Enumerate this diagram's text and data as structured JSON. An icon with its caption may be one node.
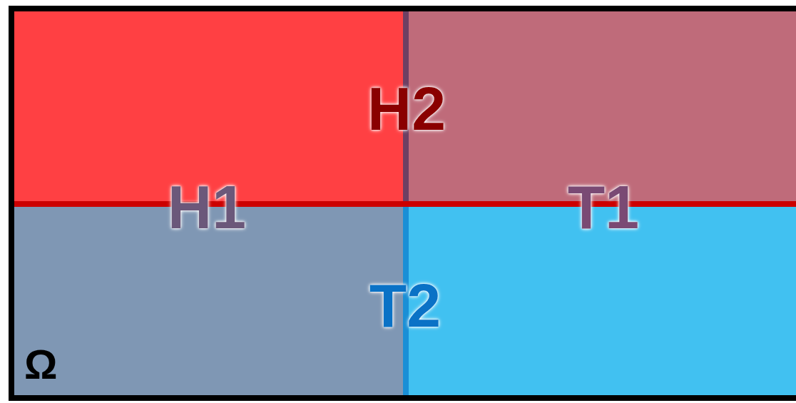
{
  "diagram": {
    "nodes": [
      {
        "text": [
          "Ω"
        ]
      }
    ],
    "labels": [
      "H2",
      "H1",
      "T1",
      "T2"
    ]
  }
}
